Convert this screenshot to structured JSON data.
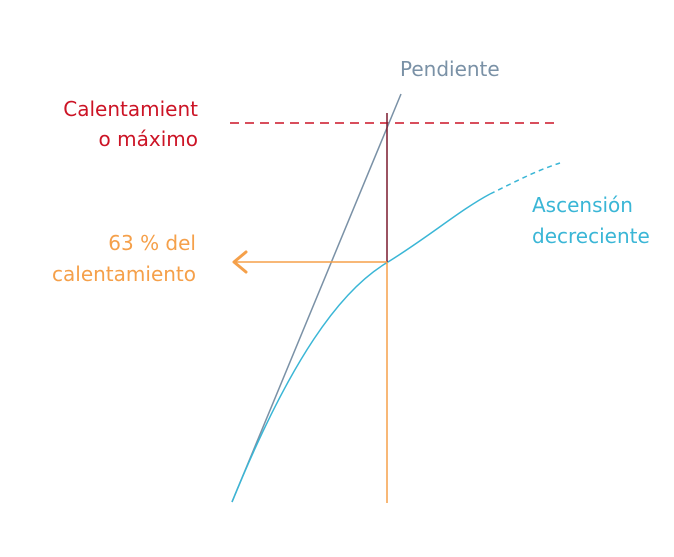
{
  "labels": {
    "slope": "Pendiente",
    "max_line1": "Calentamient",
    "max_line2": "o máximo",
    "pct_line1": "63 % del",
    "pct_line2": "calentamiento",
    "curve_line1": "Ascensión",
    "curve_line2": "decreciente"
  },
  "colors": {
    "slope": "#7a91a6",
    "max": "#cc1426",
    "pct": "#f5a04a",
    "curve": "#3ab6d6",
    "marker": "#7a1a2e"
  },
  "icons": {
    "pct_arrow": "arrow-left-icon"
  }
}
